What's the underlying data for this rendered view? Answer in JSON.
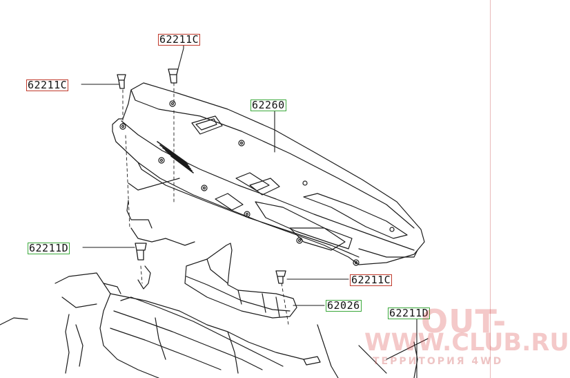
{
  "callouts": {
    "c1": "62211C",
    "c2": "62211C",
    "c3": "62260",
    "c4": "62211D",
    "c5": "62211C",
    "c6": "62026",
    "c7": "62211D"
  },
  "watermark": {
    "line1": "OUT-",
    "line2": "WWW.CLUB.RU",
    "line3": "ТЕРРИТОРИЯ 4WD"
  },
  "colors": {
    "red_box": "#c0392b",
    "green_box": "#3aa83a",
    "ink": "#111111"
  }
}
